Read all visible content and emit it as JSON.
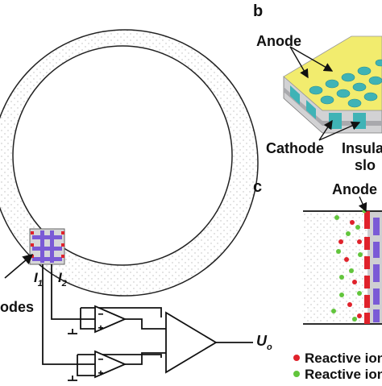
{
  "panels": {
    "b": "b",
    "c": "c"
  },
  "labels": {
    "anode_b": "Anode",
    "cathode_b": "Cathode",
    "insulating_1": "Insula",
    "insulating_2": "slo",
    "anode_c": "Anode",
    "electrodes_partial": "odes",
    "current1": "I",
    "current1_sub": "1",
    "current2": "I",
    "current2_sub": "2",
    "output": "U",
    "output_sub": "o",
    "legend_red": "Reactive ion",
    "legend_green": "Reactive ion"
  },
  "colors": {
    "anode_yellow": "#f2ec6e",
    "pore_cyan": "#3fb3b6",
    "electrode_purple": "#7a5ad6",
    "ion_red": "#e0222b",
    "ion_green": "#62c53c",
    "grey_fill": "#cfcfd2",
    "dot_stipple": "#c8c8c8"
  }
}
